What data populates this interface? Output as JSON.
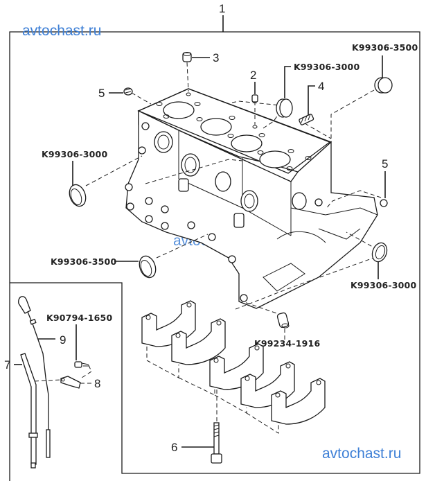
{
  "diagram": {
    "title": "Cylinder block assembly",
    "watermark": "avtochast.ru",
    "watermark_color": "#3d7fd6",
    "callouts": {
      "c1": "1",
      "c2": "2",
      "c3": "3",
      "c4": "4",
      "c5a": "5",
      "c5b": "5",
      "c6": "6",
      "c7": "7",
      "c8": "8",
      "c9": "9"
    },
    "part_numbers": {
      "plug_top_center": "K99306-3000",
      "plug_top_right": "K99306-3500",
      "seal_left_upper": "K99306-3000",
      "seal_left_lower": "K99306-3500",
      "seal_right_lower": "K99306-3000",
      "dowel": "K99234-1916",
      "dipstick_bolt": "K90794-1650"
    }
  }
}
